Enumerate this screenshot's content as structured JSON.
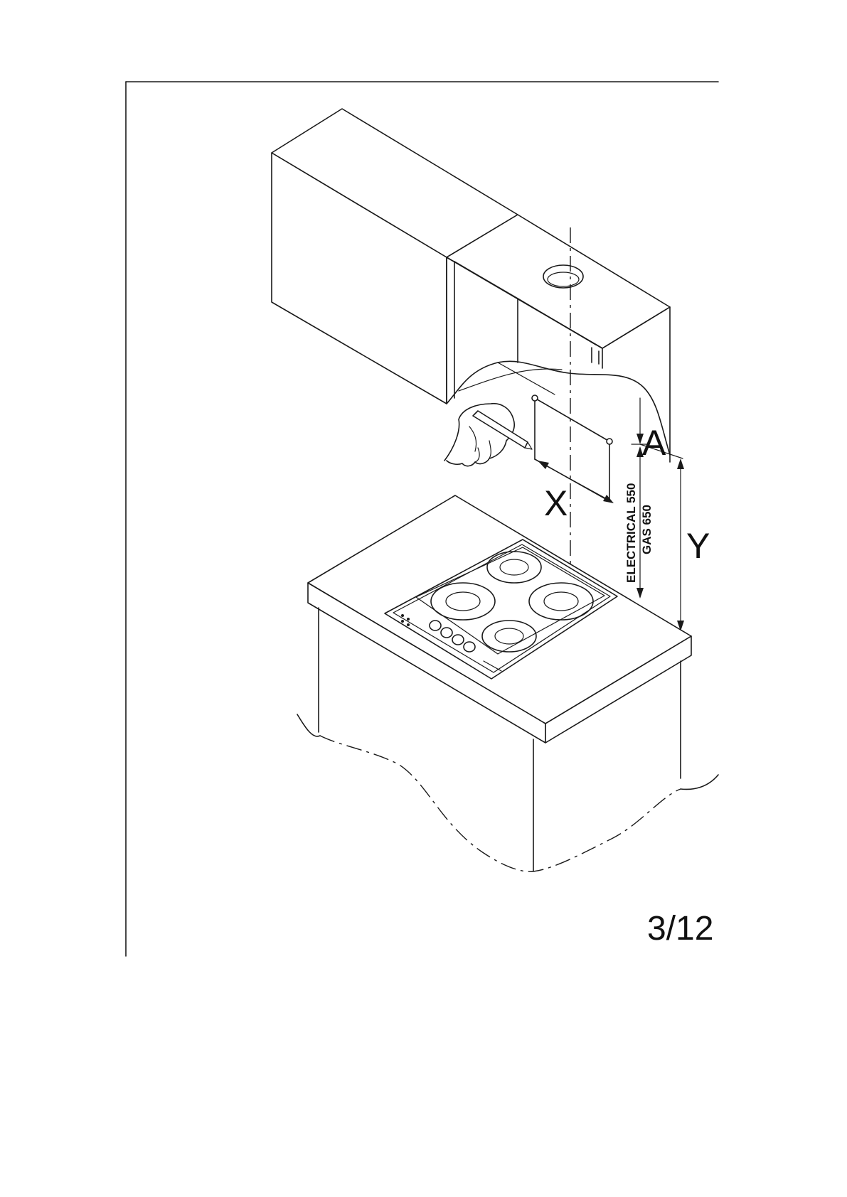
{
  "figure": {
    "labels": {
      "a": "A",
      "x": "X",
      "y": "Y",
      "electrical": "ELECTRICAL 550",
      "gas": "GAS 650"
    },
    "page_number": "3/12",
    "icons": {
      "hand": "hand-with-pencil-icon",
      "hob": "four-burner-hob-icon"
    }
  }
}
